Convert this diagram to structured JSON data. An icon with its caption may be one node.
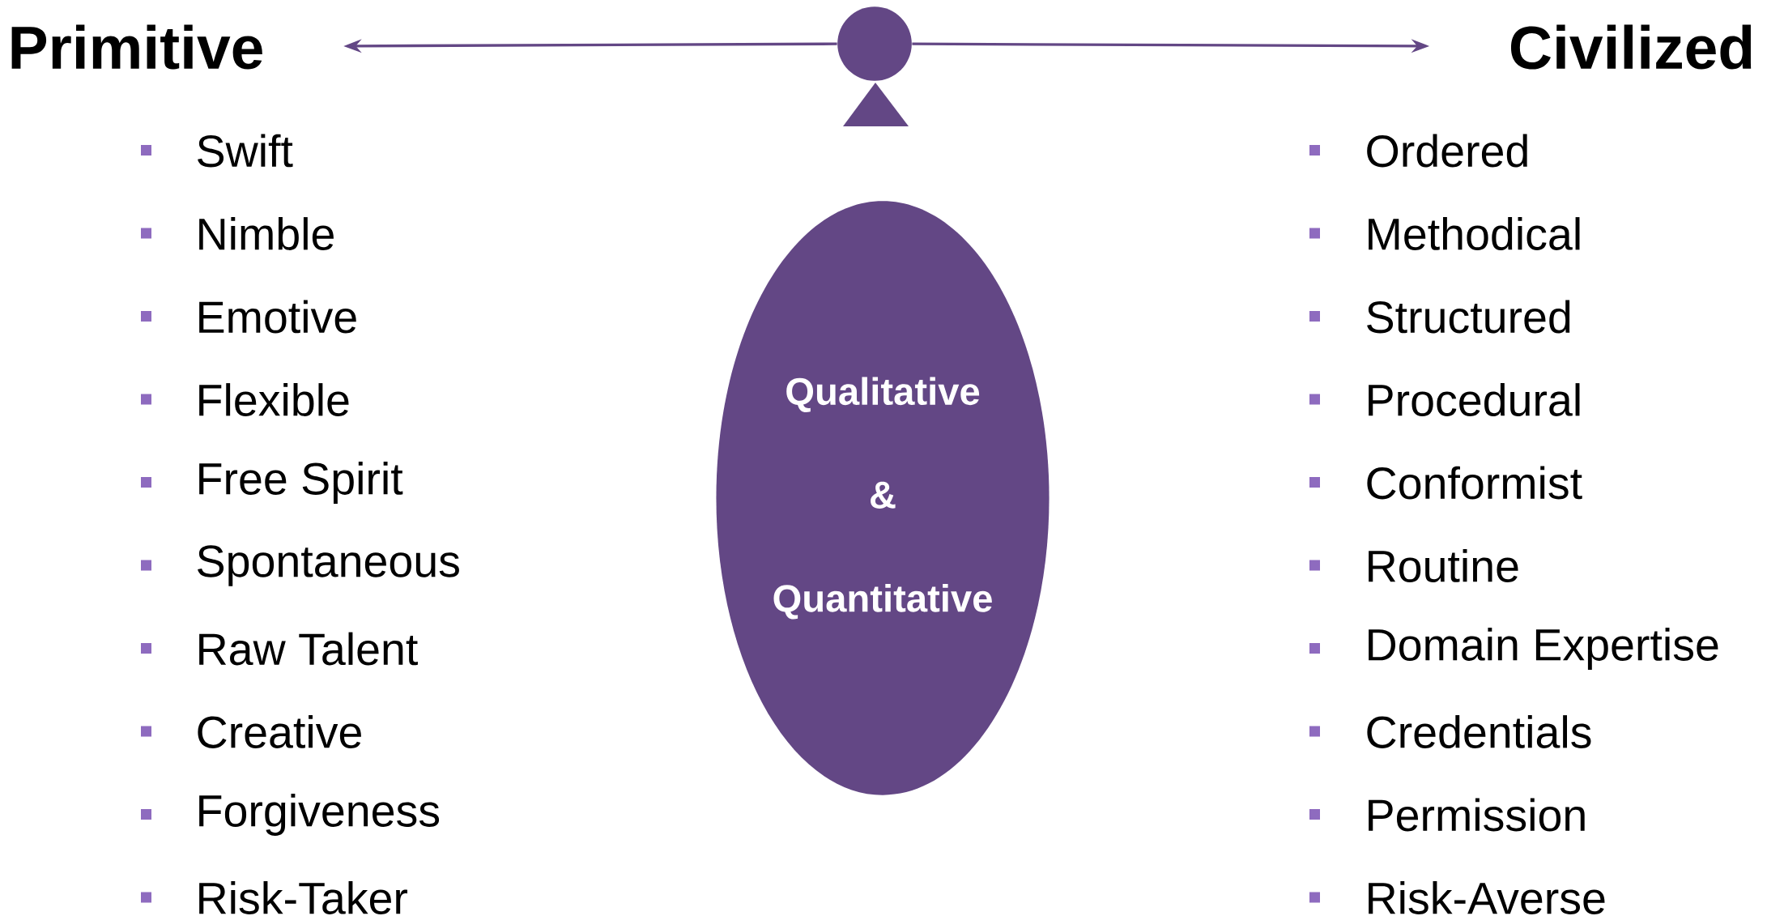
{
  "diagram": {
    "nodes": [
      {
        "text": [
          "Primitive"
        ]
      },
      {
        "text": [],
        "shape": "circle"
      },
      {
        "text": [
          "Civilized"
        ]
      },
      {
        "text": [
          "Qualitative",
          "&",
          "Quantitative"
        ]
      }
    ],
    "edges": [
      {
        "from": 1,
        "to": 0,
        "arrow": "to"
      },
      {
        "from": 1,
        "to": 2,
        "arrow": "to"
      }
    ],
    "labels": [
      "Swift",
      "Ordered",
      "Nimble",
      "Methodical",
      "Emotive",
      "Structured",
      "Flexible",
      "Procedural",
      "Free Spirit",
      "Conformist",
      "Spontaneous",
      "Routine",
      "Raw Talent",
      "Domain Expertise",
      "Creative",
      "Credentials",
      "Forgiveness",
      "Permission",
      "Risk-Taker",
      "Risk-Averse"
    ]
  }
}
